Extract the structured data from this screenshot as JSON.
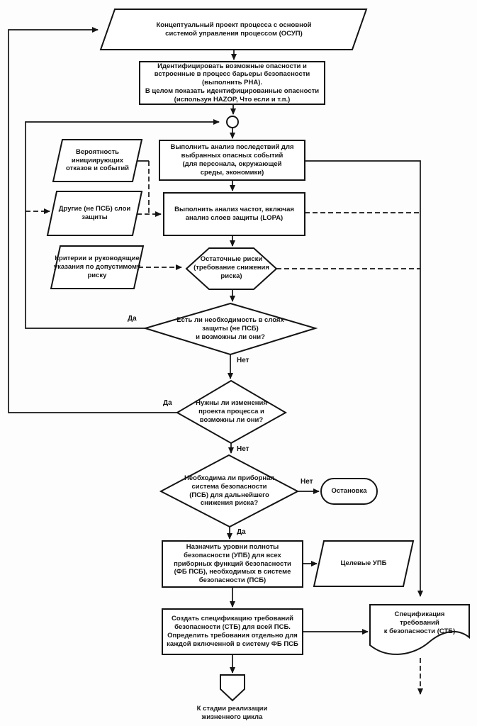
{
  "diagram": {
    "title": "SIS lifecycle risk-analysis flowchart",
    "colors": {
      "stroke": "#141414",
      "background": "#fdfdfd",
      "shape_fill": "#ffffff"
    },
    "nodes": {
      "start": "Концептуальный проект процесса с основной\nсистемой управления процессом (ОСУП)",
      "identify": "Идентифицировать возможные опасности и\nвстроенные в процесс барьеры безопасности\n(выполнить PHA).\nВ целом показать идентифицированные опасности\n(используя HAZOP, Что если и т.п.)",
      "consequences": "Выполнить анализ последствий для\nвыбранных опасных событий\n(для персонала, окружающей\nсреды, экономики)",
      "probability": "Вероятность\nинициирующих\nотказов и событий",
      "other_layers": "Другие (не ПСБ) слои\nзащиты",
      "frequency": "Выполнить анализ частот, включая\nанализ слоев защиты (LOPA)",
      "criteria": "Критерии и руководящие\nуказания по допустимому\nриску",
      "residual": "Остаточные риски\n(требование снижения\nриска)",
      "q_layers": "Есть ли необходимость в слоях\nзащиты (не ПСБ)\nи возможны ли они?",
      "q_design": "Нужны ли изменения\nпроекта процесса и\nвозможны ли они?",
      "q_sis": "Необходима ли приборная\nсистема безопасности\n(ПСБ) для дальнейшего\nснижения риска?",
      "stop": "Остановка",
      "assign_sil": "Назначить уровни полноты\nбезопасности (УПБ) для всех\nприборных функций безопасности\n(ФБ ПСБ), необходимых в системе\nбезопасности (ПСБ)",
      "target_sil": "Целевые УПБ",
      "create_srs": "Создать спецификацию требований\nбезопасности (СТБ) для всей ПСБ.\nОпределить требования отдельно для\nкаждой включенной в систему ФБ ПСБ",
      "srs_doc": "Спецификация\nтребований\nк безопасности (СТБ)",
      "offpage": "К стадии реализации\nжизненного цикла"
    },
    "edge_labels": {
      "layers_yes": "Да",
      "layers_no": "Нет",
      "design_yes": "Да",
      "design_no": "Нет",
      "sis_no": "Нет",
      "sis_yes": "Да"
    }
  }
}
